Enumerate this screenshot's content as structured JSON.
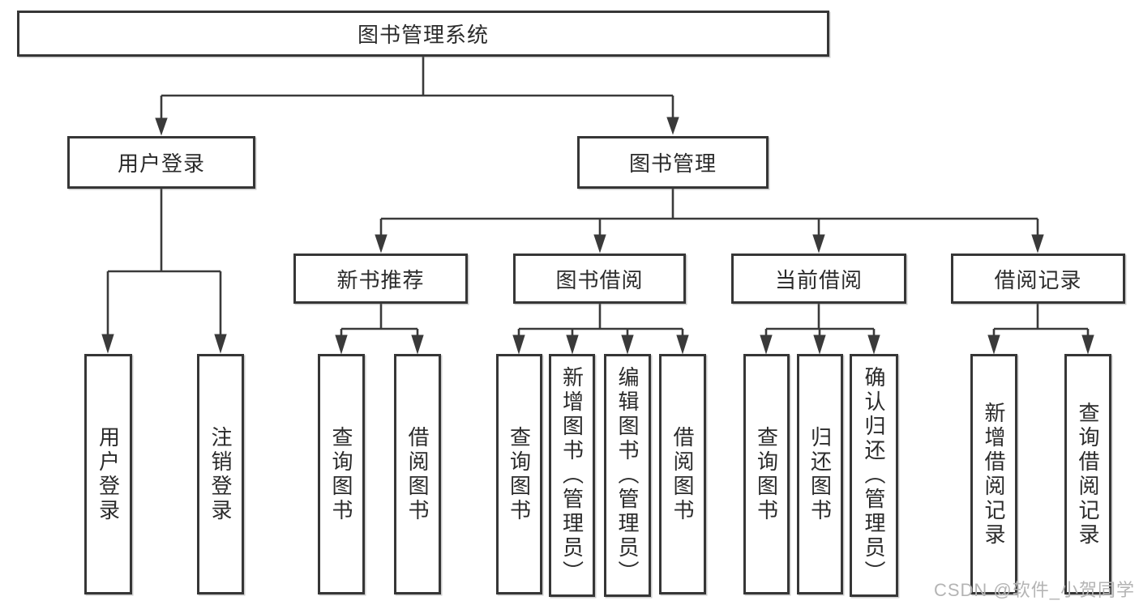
{
  "tree": {
    "root": {
      "label": "图书管理系统",
      "children": [
        {
          "label": "用户登录",
          "children": [
            {
              "label": "用户登录"
            },
            {
              "label": "注销登录"
            }
          ]
        },
        {
          "label": "图书管理",
          "children": [
            {
              "label": "新书推荐",
              "children": [
                {
                  "label": "查询图书"
                },
                {
                  "label": "借阅图书"
                }
              ]
            },
            {
              "label": "图书借阅",
              "children": [
                {
                  "label": "查询图书"
                },
                {
                  "label": "新增图书（管理员）"
                },
                {
                  "label": "编辑图书（管理员）"
                },
                {
                  "label": "借阅图书"
                }
              ]
            },
            {
              "label": "当前借阅",
              "children": [
                {
                  "label": "查询图书"
                },
                {
                  "label": "归还图书"
                },
                {
                  "label": "确认归还（管理员）"
                }
              ]
            },
            {
              "label": "借阅记录",
              "children": [
                {
                  "label": "新增借阅记录"
                },
                {
                  "label": "查询借阅记录"
                }
              ]
            }
          ]
        }
      ]
    }
  },
  "watermark": {
    "text": "CSDN @软件_小贺同学"
  },
  "colors": {
    "line": "#3a3a3a",
    "box_border": "#363636",
    "text": "#2b2b2b",
    "watermark": "#b4b4b4",
    "background": "#ffffff"
  }
}
